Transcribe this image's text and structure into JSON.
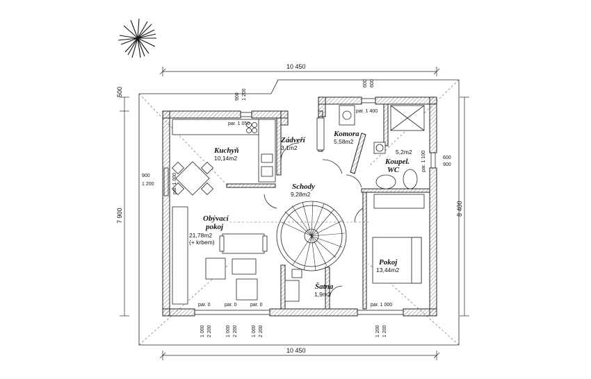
{
  "rooms": {
    "kuchyn": {
      "name": "Kuchyň",
      "area": "10,14m2"
    },
    "zadveri": {
      "name": "Zádveří",
      "area": "3,1m2"
    },
    "komora": {
      "name": "Komora",
      "area": "5,58m2"
    },
    "koupelna": {
      "name": "Koupel.",
      "name2": "WC",
      "area": "5,2m2"
    },
    "schody": {
      "name": "Schody",
      "area": "9,28m2"
    },
    "obyvaci": {
      "name": "Obývací",
      "name2": "pokoj",
      "area": "21,78m2",
      "note": "(+ krbem)"
    },
    "pokoj": {
      "name": "Pokoj",
      "area": "13,44m2"
    },
    "satna": {
      "name": "Šatna",
      "area": "1,9m2"
    }
  },
  "dimensions": {
    "top": "10 450",
    "bottom": "10 450",
    "left_total": "7 900",
    "left_offset": "500",
    "right_total": "8 400"
  },
  "window_labels": {
    "kitchen_top": {
      "w": "900",
      "h": "1 200",
      "par": "par. 1 050"
    },
    "komora_top": {
      "w": "600",
      "h": "600",
      "par": "par. 1 400"
    },
    "bath_right": {
      "w": "600",
      "h": "900",
      "par": "par. 1 100"
    },
    "living_left": {
      "w": "900",
      "h": "1 200",
      "par": "par. 1 000"
    },
    "bottom_1": {
      "w": "1 000",
      "h": "2 200",
      "par": "par. 0"
    },
    "bottom_2": {
      "w": "1 000",
      "h": "2 200",
      "par": "par. 0"
    },
    "bottom_3": {
      "w": "1 000",
      "h": "2 200",
      "par": "par. 0"
    },
    "bottom_4": {
      "w": "1 200",
      "h": "1 200",
      "par": "par. 1 000"
    }
  },
  "colors": {
    "line": "#222222",
    "hatch": "#555555",
    "background": "#ffffff"
  },
  "icons": {
    "tree": "tree-symbol-icon"
  }
}
